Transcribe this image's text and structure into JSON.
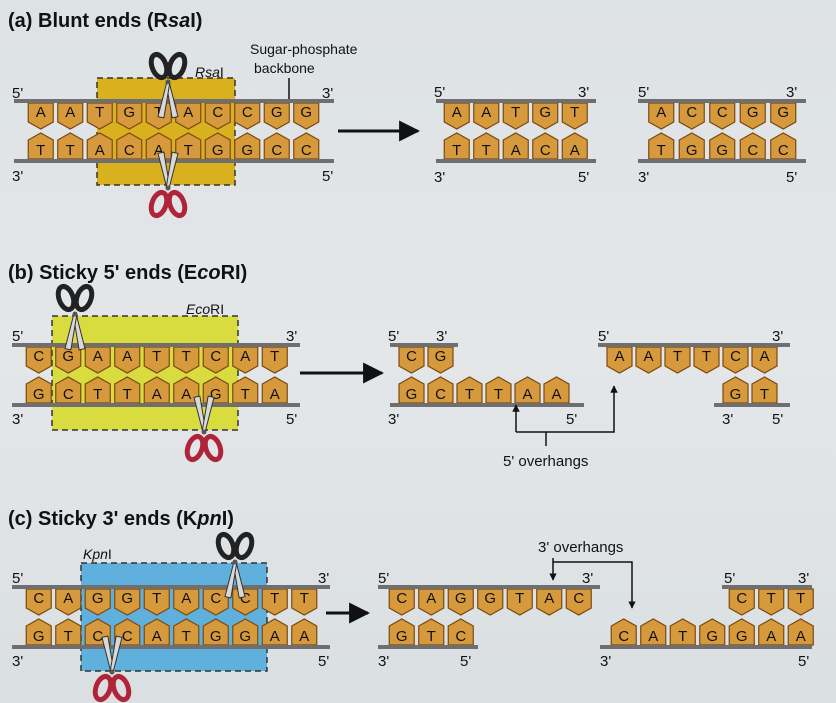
{
  "colors": {
    "base_fill": "#d69a3c",
    "base_stroke": "#7a4a12",
    "backbone": "#6f6f6f",
    "site_a": "#d9b11e",
    "site_b": "#d8dc3e",
    "site_c": "#5fb0dd",
    "scissor_black": "#222222",
    "scissor_red": "#b0243a"
  },
  "panels": [
    {
      "title_prefix": "(a) Blunt ends (R",
      "title_ital": "sa",
      "title_suffix": "I)",
      "enzyme_prefix": "R",
      "enzyme_ital": "sa",
      "enzyme_suffix": "I",
      "annotation_lines": [
        "Sugar-phosphate",
        "backbone"
      ],
      "strand_labels": {
        "top_left": "5'",
        "top_right": "3'",
        "bottom_left": "3'",
        "bottom_right": "5'"
      },
      "sequence_top": [
        "A",
        "A",
        "T",
        "G",
        "T",
        "A",
        "C",
        "C",
        "G",
        "G"
      ],
      "sequence_bottom": [
        "T",
        "T",
        "A",
        "C",
        "A",
        "T",
        "G",
        "G",
        "C",
        "C"
      ],
      "fragments": [
        {
          "top": [
            "A",
            "A",
            "T",
            "G",
            "T"
          ],
          "bottom": [
            "T",
            "T",
            "A",
            "C",
            "A"
          ],
          "labels": {
            "top_left": "5'",
            "top_right": "3'",
            "bottom_left": "3'",
            "bottom_right": "5'"
          }
        },
        {
          "top": [
            "A",
            "C",
            "C",
            "G",
            "G"
          ],
          "bottom": [
            "T",
            "G",
            "G",
            "C",
            "C"
          ],
          "labels": {
            "top_left": "5'",
            "top_right": "3'",
            "bottom_left": "3'",
            "bottom_right": "5'"
          }
        }
      ]
    },
    {
      "title_prefix": "(b) Sticky 5' ends (E",
      "title_ital": "co",
      "title_suffix": "RI)",
      "enzyme_prefix": "E",
      "enzyme_ital": "co",
      "enzyme_suffix": "RI",
      "strand_labels": {
        "top_left": "5'",
        "top_right": "3'",
        "bottom_left": "3'",
        "bottom_right": "5'"
      },
      "sequence_top": [
        "C",
        "G",
        "A",
        "A",
        "T",
        "T",
        "C",
        "A",
        "T"
      ],
      "sequence_bottom": [
        "G",
        "C",
        "T",
        "T",
        "A",
        "A",
        "G",
        "T",
        "A"
      ],
      "fragments": [
        {
          "top": [
            "C",
            "G"
          ],
          "bottom": [
            "G",
            "C",
            "T",
            "T",
            "A",
            "A"
          ],
          "labels": {
            "top_left": "5'",
            "top_right": "3'",
            "bottom_left": "3'",
            "bottom_right": "5'"
          }
        },
        {
          "top": [
            "A",
            "A",
            "T",
            "T",
            "C",
            "A"
          ],
          "bottom": [
            "G",
            "T"
          ],
          "labels": {
            "top_left": "5'",
            "top_right": "3'",
            "bottom_left": "3'",
            "bottom_right": "5'"
          }
        }
      ],
      "callout": "5' overhangs"
    },
    {
      "title_prefix": "(c) Sticky 3' ends (K",
      "title_ital": "pn",
      "title_suffix": "I)",
      "enzyme_prefix": "K",
      "enzyme_ital": "pn",
      "enzyme_suffix": "I",
      "strand_labels": {
        "top_left": "5'",
        "top_right": "3'",
        "bottom_left": "3'",
        "bottom_right": "5'"
      },
      "sequence_top": [
        "C",
        "A",
        "G",
        "G",
        "T",
        "A",
        "C",
        "C",
        "T",
        "T"
      ],
      "sequence_bottom": [
        "G",
        "T",
        "C",
        "C",
        "A",
        "T",
        "G",
        "G",
        "A",
        "A"
      ],
      "fragments": [
        {
          "top": [
            "C",
            "A",
            "G",
            "G",
            "T",
            "A",
            "C"
          ],
          "bottom": [
            "G",
            "T",
            "C"
          ],
          "labels": {
            "top_left": "5'",
            "top_right": "3'",
            "bottom_left": "3'",
            "bottom_right": "5'"
          }
        },
        {
          "top": [
            "C",
            "T",
            "T"
          ],
          "bottom": [
            "C",
            "A",
            "T",
            "G",
            "G",
            "A",
            "A"
          ],
          "labels": {
            "top_left": "5'",
            "top_right": "3'",
            "bottom_left": "3'",
            "bottom_right": "5'"
          }
        }
      ],
      "callout": "3' overhangs"
    }
  ]
}
